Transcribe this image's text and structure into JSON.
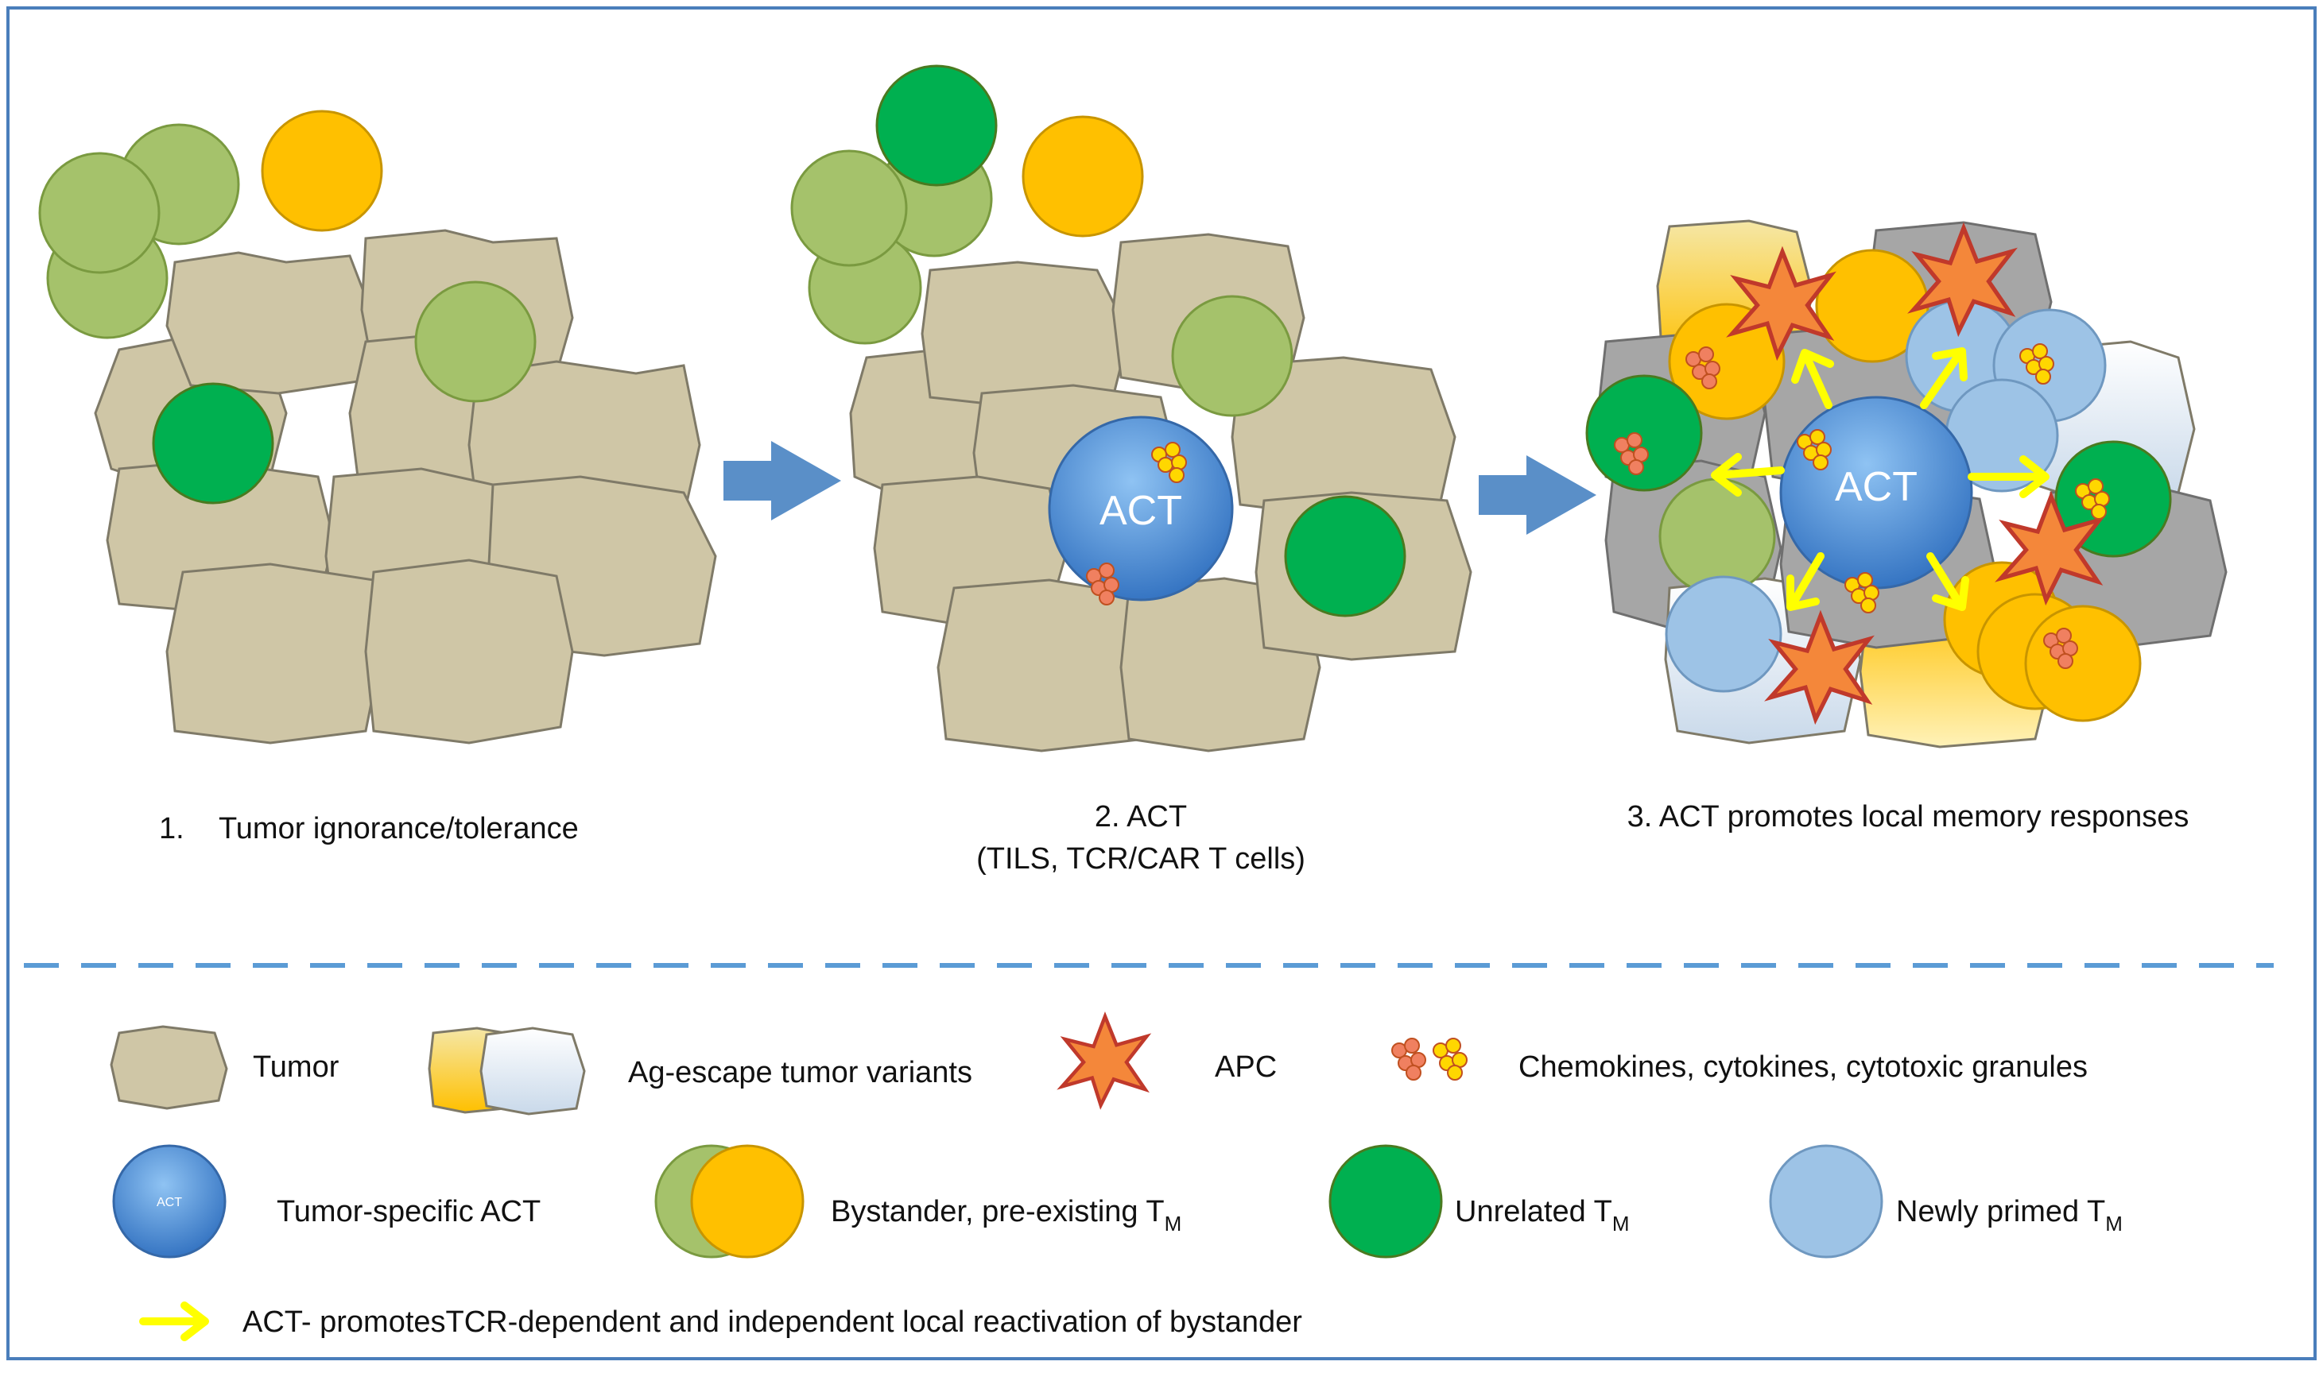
{
  "panels": {
    "p1": {
      "caption_num": "1.",
      "caption": "Tumor ignorance/tolerance"
    },
    "p2": {
      "caption_line1": "2. ACT",
      "caption_line2": "(TILS, TCR/CAR T cells)",
      "act_label": "ACT"
    },
    "p3": {
      "caption": "3. ACT promotes local memory responses",
      "act_label": "ACT"
    }
  },
  "legend": {
    "tumor": "Tumor",
    "escape": "Ag-escape tumor variants",
    "apc": "APC",
    "chemokines": "Chemokines, cytokines, cytotoxic granules",
    "act_icon_label": "ACT",
    "act": "Tumor-specific ACT",
    "bystander": "Bystander, pre-existing T",
    "bystander_sub": "M",
    "unrelated": "Unrelated T",
    "unrelated_sub": "M",
    "newly": "Newly primed T",
    "newly_sub": "M",
    "arrow": "ACT- promotesTCR-dependent and independent local reactivation of bystander"
  },
  "colors": {
    "border": "#4a7ebb",
    "tumor": "#cfc6a6",
    "tumor_edge": "#7f7a68",
    "light_green": "#a5c26b",
    "dark_green": "#00b050",
    "orange": "#ffc000",
    "blue_act": "#5b9bd5",
    "light_blue": "#9dc3e6",
    "gray_tumor": "#a6a6a6",
    "apc": "#f4873a",
    "arrow_yellow": "#ffff00",
    "big_arrow": "#5a8fc8",
    "divider": "#5b9bd5"
  }
}
